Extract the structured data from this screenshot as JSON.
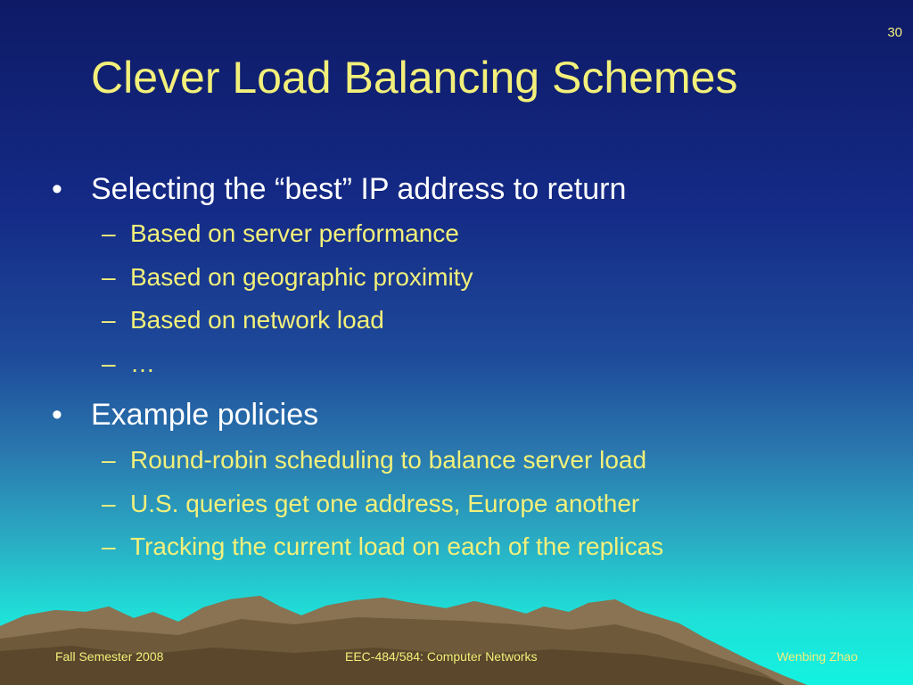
{
  "slide": {
    "number": "30",
    "title": "Clever Load Balancing Schemes",
    "bullets": [
      {
        "text": "Selecting the “best” IP address to return",
        "subs": [
          "Based on server performance",
          "Based on geographic proximity",
          "Based on network load",
          "…"
        ]
      },
      {
        "text": "Example policies",
        "subs": [
          "Round-robin scheduling to balance server load",
          "U.S. queries get one address, Europe another",
          "Tracking the current load on each of the replicas"
        ]
      }
    ],
    "markers": {
      "bullet": "•",
      "dash": "–"
    }
  },
  "footer": {
    "left": "Fall Semester 2008",
    "center": "EEC-484/584: Computer Networks",
    "right": "Wenbing Zhao"
  },
  "colors": {
    "title": "#f2f07a",
    "bullet_text": "#ffffff",
    "sub_text": "#f2f07a",
    "background_top": "#0e1a66",
    "background_bottom": "#13f2e0",
    "mountain": "#6e5a3a"
  }
}
